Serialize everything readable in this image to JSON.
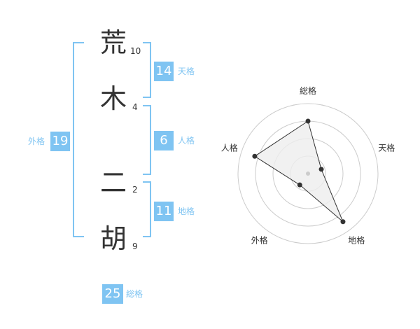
{
  "name": {
    "characters": [
      {
        "char": "荒",
        "strokes": "10"
      },
      {
        "char": "木",
        "strokes": "4"
      },
      {
        "char": "二",
        "strokes": "2"
      },
      {
        "char": "胡",
        "strokes": "9"
      }
    ]
  },
  "kakusu": {
    "tenkaku": {
      "value": "14",
      "label": "天格"
    },
    "jinkaku": {
      "value": "6",
      "label": "人格"
    },
    "chikaku": {
      "value": "11",
      "label": "地格"
    },
    "gaikaku": {
      "value": "19",
      "label": "外格"
    },
    "soukaku": {
      "value": "25",
      "label": "総格"
    }
  },
  "colors": {
    "accent": "#7fc4f2",
    "text": "#333333",
    "grid": "#cccccc",
    "radar_fill": "#eeeeee"
  },
  "chart_data": {
    "type": "radar",
    "axes": [
      "総格",
      "天格",
      "地格",
      "外格",
      "人格"
    ],
    "values": [
      0.75,
      0.2,
      0.85,
      0.2,
      0.8
    ],
    "range": [
      0,
      1
    ],
    "rings": 4
  }
}
